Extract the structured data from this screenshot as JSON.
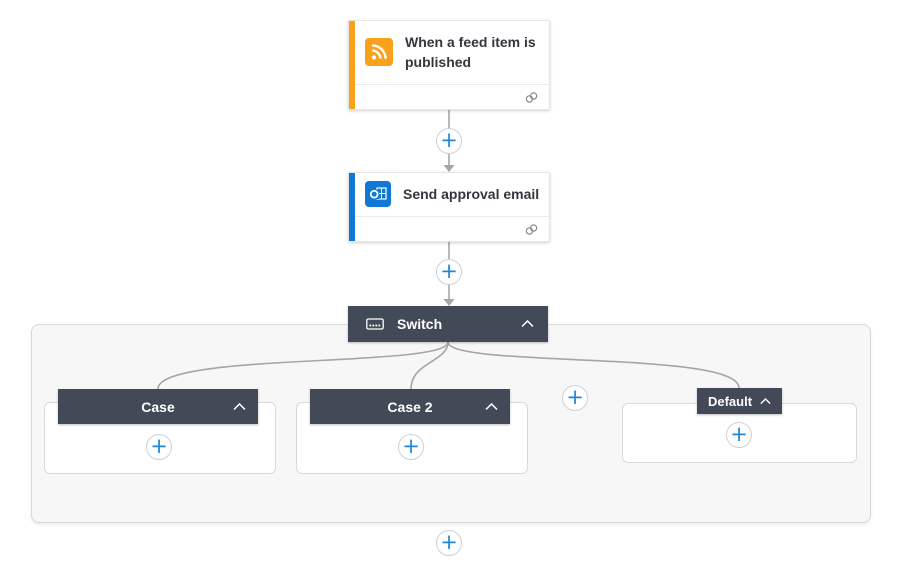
{
  "flow": {
    "trigger_card": {
      "title": "When a feed item is published",
      "icon": "rss-icon",
      "accent_color": "#F9A11B"
    },
    "action_card": {
      "title": "Send approval email",
      "icon": "outlook-icon",
      "accent_color": "#1077D4"
    },
    "switch": {
      "label": "Switch",
      "icon": "switch-control-icon",
      "cases": [
        {
          "label": "Case"
        },
        {
          "label": "Case 2"
        }
      ],
      "default_label": "Default",
      "collapsed": false
    }
  },
  "icons": {
    "plus": "+"
  },
  "colors": {
    "dark_header": "#424A57",
    "scope_background": "#f7f7f7",
    "scope_border": "#d8d8d8",
    "connector": "#a6a6a6",
    "plus_blue": "#2086D6",
    "trigger_accent": "#F9A11B",
    "action_accent": "#1077D4",
    "card_title_text": "#33373d"
  }
}
